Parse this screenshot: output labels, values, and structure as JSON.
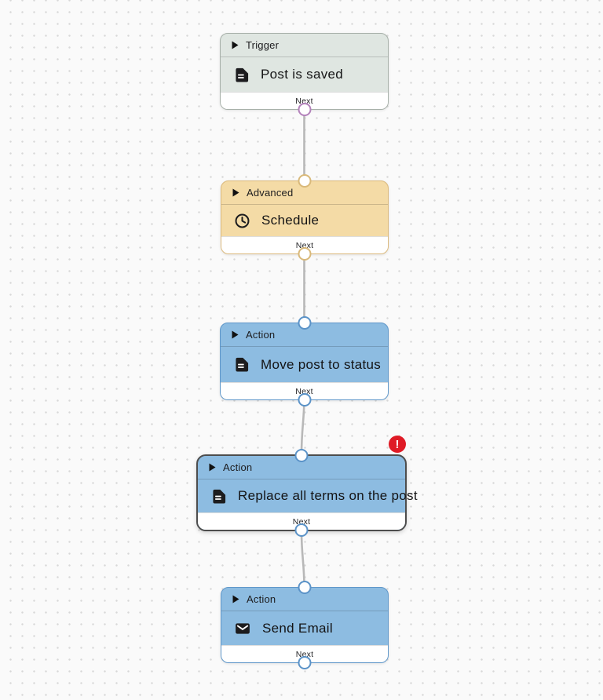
{
  "canvas": {
    "background_color": "#fafafa",
    "dot_color": "#d8d8d8",
    "edge_color": "#b8b8b8"
  },
  "nodes": [
    {
      "category": "Trigger",
      "title": "Post is saved",
      "footer_label": "Next",
      "icon": "document-icon",
      "fill": "#dfe6e1",
      "border": "#a8b1aa",
      "connector": "#b382bb",
      "selected": false,
      "has_error": false
    },
    {
      "category": "Advanced",
      "title": "Schedule",
      "footer_label": "Next",
      "icon": "clock-icon",
      "fill": "#f4dba6",
      "border": "#dbb97c",
      "connector": "#d9b97a",
      "selected": false,
      "has_error": false
    },
    {
      "category": "Action",
      "title": "Move post to status",
      "footer_label": "Next",
      "icon": "document-icon",
      "fill": "#8dbce1",
      "border": "#5f97ca",
      "connector": "#5b93c8",
      "selected": false,
      "has_error": false
    },
    {
      "category": "Action",
      "title": "Replace all terms on the post",
      "footer_label": "Next",
      "icon": "document-icon",
      "fill": "#8dbce1",
      "border": "#4d4d4d",
      "connector": "#5b93c8",
      "selected": true,
      "has_error": true
    },
    {
      "category": "Action",
      "title": "Send Email",
      "footer_label": "Next",
      "icon": "email-icon",
      "fill": "#8dbce1",
      "border": "#5f97ca",
      "connector": "#5b93c8",
      "selected": false,
      "has_error": false
    }
  ],
  "error_badge": {
    "symbol": "!",
    "color": "#df1b26"
  }
}
